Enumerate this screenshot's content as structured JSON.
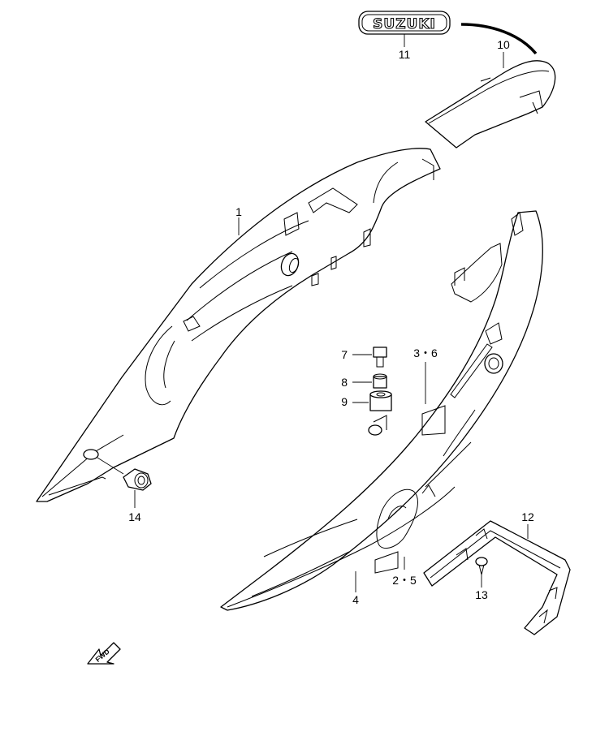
{
  "emblem_text": "SUZUKI",
  "fwd_text": "FWD",
  "callouts": {
    "c1": "1",
    "c4": "4",
    "c25": "2・5",
    "c36": "3・6",
    "c7": "7",
    "c8": "8",
    "c9": "9",
    "c10": "10",
    "c11": "11",
    "c12": "12",
    "c13": "13",
    "c14": "14"
  }
}
